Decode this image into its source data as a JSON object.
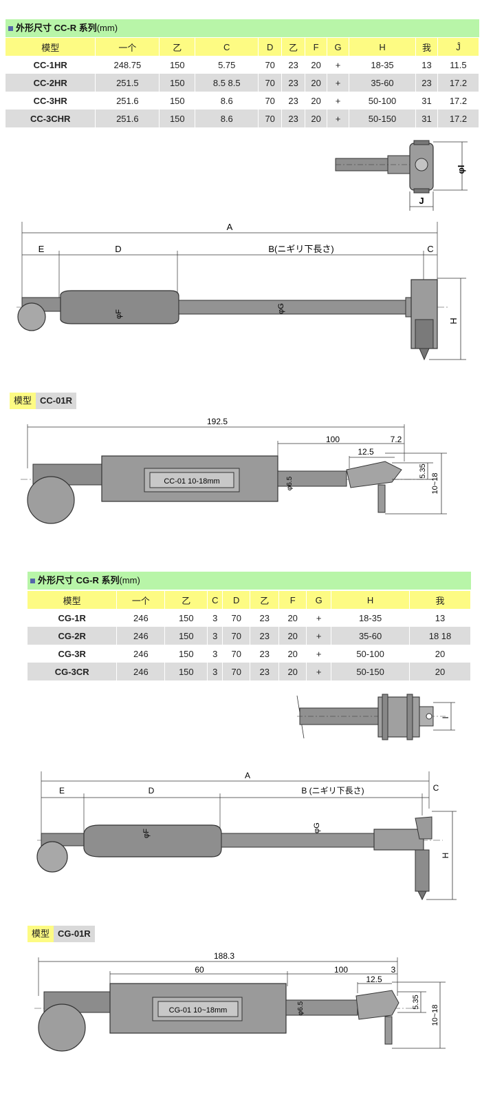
{
  "cc_r": {
    "title": "外形尺寸 CC-R 系列",
    "unit": "(mm)",
    "headers": [
      "模型",
      "一个",
      "乙",
      "C",
      "D",
      "乙",
      "F",
      "G",
      "H",
      "我",
      "Ĵ"
    ],
    "rows": [
      [
        "CC-1HR",
        "248.75",
        "150",
        "5.75",
        "70",
        "23",
        "20",
        "+",
        "18-35",
        "13",
        "11.5"
      ],
      [
        "CC-2HR",
        "251.5",
        "150",
        "8.5 8.5",
        "70",
        "23",
        "20",
        "+",
        "35-60",
        "23",
        "17.2"
      ],
      [
        "CC-3HR",
        "251.6",
        "150",
        "8.6",
        "70",
        "23",
        "20",
        "+",
        "50-100",
        "31",
        "17.2"
      ],
      [
        "CC-3CHR",
        "251.6",
        "150",
        "8.6",
        "70",
        "23",
        "20",
        "+",
        "50-150",
        "31",
        "17.2"
      ]
    ]
  },
  "cc_diagram": {
    "i_label": "φI",
    "j_label": "J",
    "a_label": "A",
    "e_label": "E",
    "d_label": "D",
    "b_label": "B(ニギリ下長さ)",
    "c_label": "C",
    "f_label": "φF",
    "g_label": "φG",
    "h_label": "H"
  },
  "cc01": {
    "tag_key": "模型",
    "tag_value": "CC-01R",
    "dim_total": "192.5",
    "dim_100": "100",
    "dim_72": "7.2",
    "dim_125": "12.5",
    "dim_535": "5.35",
    "dim_range": "10~18",
    "dim_65": "φ6.5",
    "plate": "CC-01 10-18mm"
  },
  "cg_r": {
    "title": "外形尺寸 CG-R 系列",
    "unit": "(mm)",
    "headers": [
      "模型",
      "一个",
      "乙",
      "C",
      "D",
      "乙",
      "F",
      "G",
      "H",
      "我"
    ],
    "rows": [
      [
        "CG-1R",
        "246",
        "150",
        "3",
        "70",
        "23",
        "20",
        "+",
        "18-35",
        "13"
      ],
      [
        "CG-2R",
        "246",
        "150",
        "3",
        "70",
        "23",
        "20",
        "+",
        "35-60",
        "18 18"
      ],
      [
        "CG-3R",
        "246",
        "150",
        "3",
        "70",
        "23",
        "20",
        "+",
        "50-100",
        "20"
      ],
      [
        "CG-3CR",
        "246",
        "150",
        "3",
        "70",
        "23",
        "20",
        "+",
        "50-150",
        "20"
      ]
    ]
  },
  "cg_diagram": {
    "i_label": "I",
    "a_label": "A",
    "e_label": "E",
    "d_label": "D",
    "b_label": "B (ニギリ下長さ)",
    "c_label": "C",
    "f_label": "φF",
    "g_label": "φG",
    "h_label": "H"
  },
  "cg01": {
    "tag_key": "模型",
    "tag_value": "CG-01R",
    "dim_total": "188.3",
    "dim_60": "60",
    "dim_100": "100",
    "dim_3": "3",
    "dim_125": "12.5",
    "dim_535": "5.35",
    "dim_range": "10~18",
    "dim_65": "φ6.5",
    "plate": "CG-01 10~18mm"
  }
}
